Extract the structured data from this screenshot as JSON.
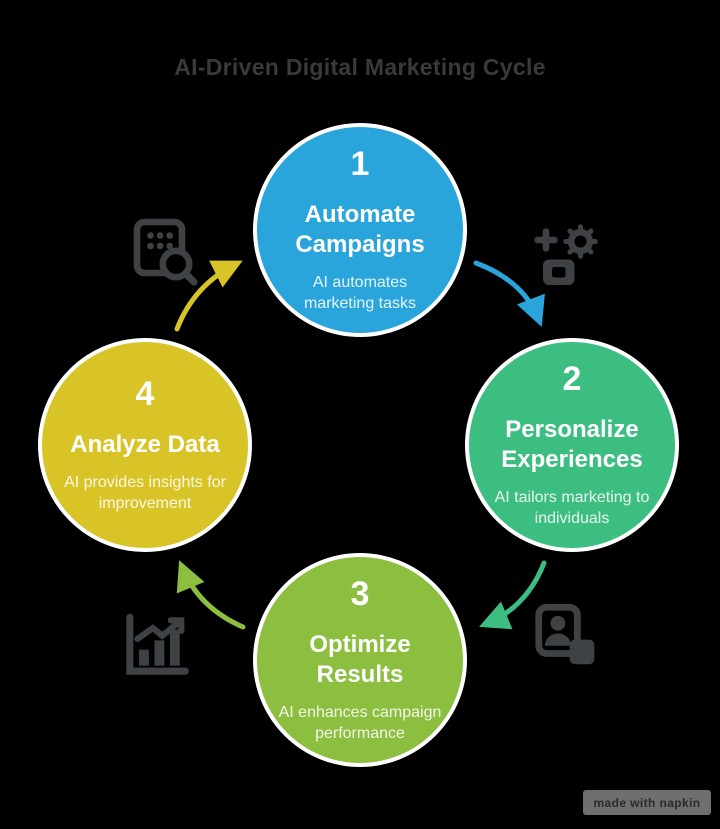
{
  "title": "AI-Driven Digital Marketing Cycle",
  "colors": {
    "background": "#000000",
    "title_text": "#3a3a3c",
    "icon_gray": "#3f4245",
    "circle_border": "#ffffff",
    "step1_blue": "#2aa5db",
    "step2_green": "#3dbe81",
    "step3_lightgreen": "#8cbe3f",
    "step4_yellow": "#d9c427",
    "watermark_bg": "#6f6f6f"
  },
  "steps": [
    {
      "number": "1",
      "title": "Automate Campaigns",
      "description": "AI automates marketing tasks",
      "color": "#2aa5db",
      "position": "top"
    },
    {
      "number": "2",
      "title": "Personalize Experiences",
      "description": "AI tailors marketing to individuals",
      "color": "#3dbe81",
      "position": "right"
    },
    {
      "number": "3",
      "title": "Optimize Results",
      "description": "AI enhances campaign performance",
      "color": "#8cbe3f",
      "position": "bottom"
    },
    {
      "number": "4",
      "title": "Analyze Data",
      "description": "AI provides insights for improvement",
      "color": "#d9c427",
      "position": "left"
    }
  ],
  "arrows": [
    {
      "from": "1",
      "to": "2",
      "color": "#2aa5db",
      "corner": "top-right"
    },
    {
      "from": "2",
      "to": "3",
      "color": "#3dbe81",
      "corner": "bottom-right"
    },
    {
      "from": "3",
      "to": "4",
      "color": "#8cbe3f",
      "corner": "bottom-left"
    },
    {
      "from": "4",
      "to": "1",
      "color": "#d9c427",
      "corner": "top-left"
    }
  ],
  "icons": [
    {
      "name": "data-search-icon",
      "corner": "top-left"
    },
    {
      "name": "automation-gear-icon",
      "corner": "top-right"
    },
    {
      "name": "user-profile-icon",
      "corner": "bottom-right"
    },
    {
      "name": "growth-chart-icon",
      "corner": "bottom-left"
    }
  ],
  "watermark": {
    "label": "made with napkin"
  }
}
